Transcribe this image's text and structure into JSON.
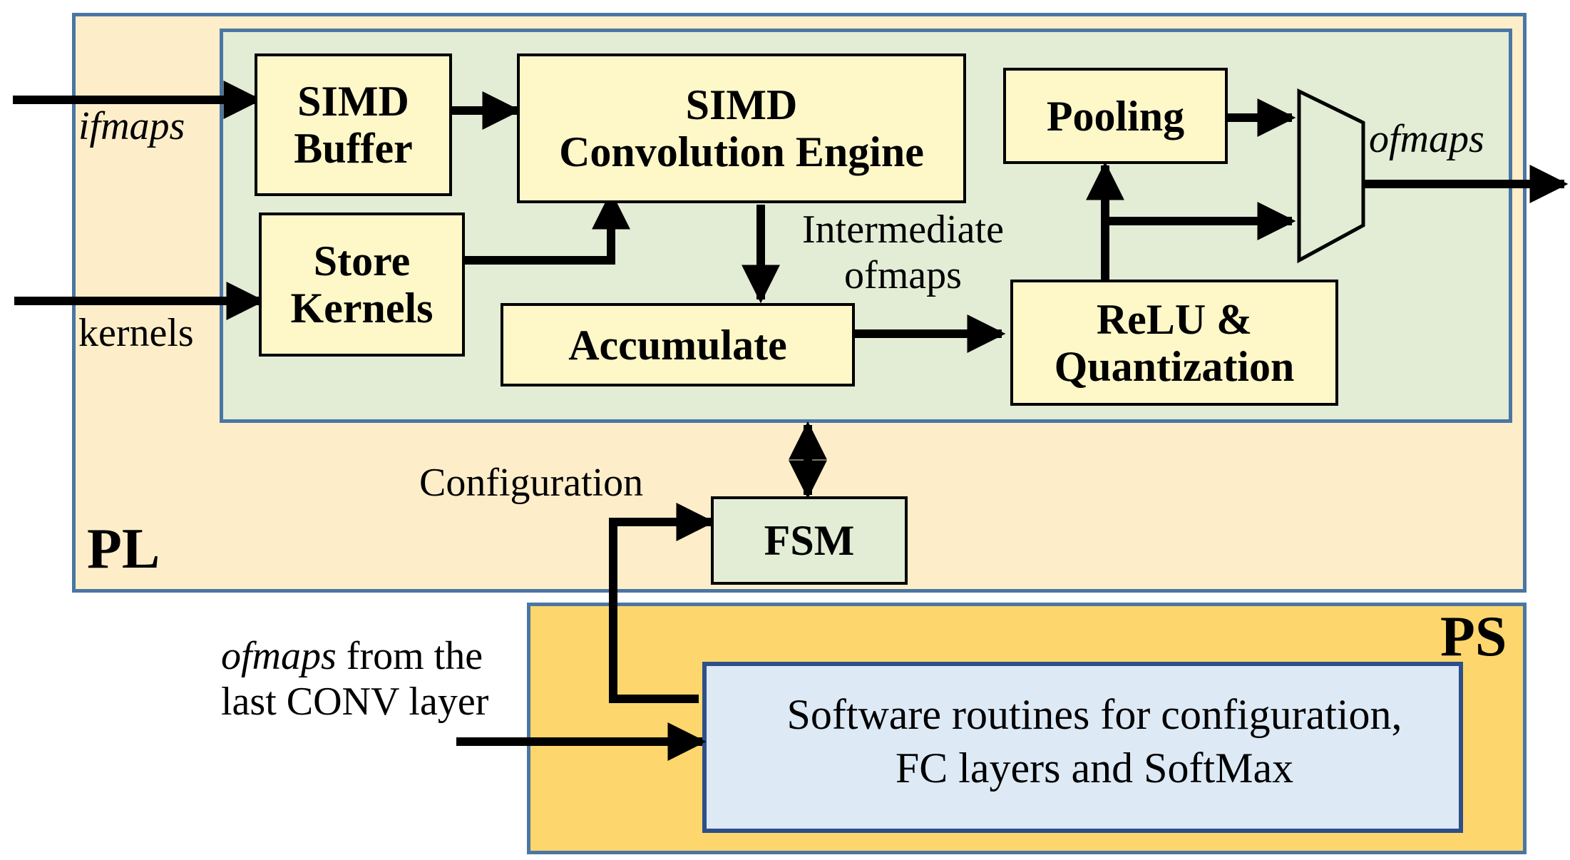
{
  "regions": {
    "pl": "PL",
    "ps": "PS"
  },
  "blocks": {
    "simd_buffer": [
      "SIMD",
      "Buffer"
    ],
    "conv_engine": [
      "SIMD",
      "Convolution Engine"
    ],
    "store_kernels": [
      "Store",
      "Kernels"
    ],
    "accumulate": "Accumulate",
    "pooling": "Pooling",
    "relu": [
      "ReLU &",
      "Quantization"
    ],
    "fsm": "FSM"
  },
  "labels": {
    "ifmaps": "ifmaps",
    "kernels": "kernels",
    "ofmaps_out": "ofmaps",
    "intermediate": [
      "Intermediate",
      "ofmaps"
    ],
    "configuration": "Configuration",
    "last_conv_italic": "ofmaps",
    "last_conv_rest": " from the",
    "last_conv_line2": "last CONV layer"
  },
  "software": [
    "Software routines for configuration,",
    "FC layers and SoftMax"
  ],
  "colors": {
    "pl_fill": "#fdeec9",
    "inner_fill": "#e3ecd5",
    "ps_fill": "#fdd76d",
    "block_fill": "#fef7c8",
    "software_fill": "#dde9f5",
    "border_blue": "#4a76a4"
  }
}
